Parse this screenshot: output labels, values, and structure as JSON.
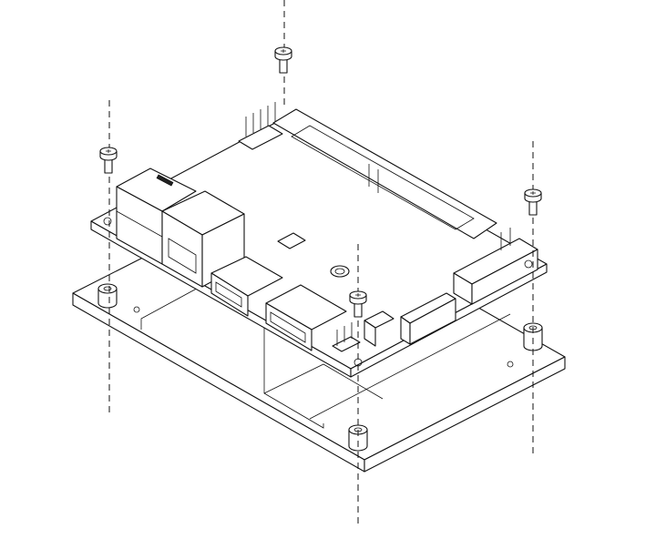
{
  "diagram": {
    "colors": {
      "line": "#111111",
      "background": "#ffffff"
    },
    "parts": [
      "base-plate",
      "carrier-board",
      "screw",
      "standoff"
    ]
  }
}
